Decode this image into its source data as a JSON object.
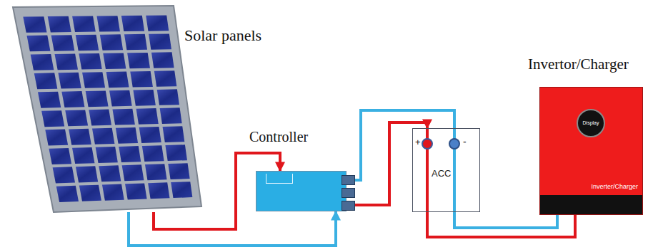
{
  "diagram": {
    "nodes": [
      {
        "text": [
          "Solar panels"
        ]
      },
      {
        "text": [
          "Controller"
        ]
      },
      {
        "text": [
          "ACC"
        ]
      },
      {
        "text": [
          "Invertor/Charger",
          "Inverter/Charger"
        ]
      },
      {
        "text": [
          "Display"
        ],
        "in": 3
      }
    ],
    "edges": [
      {
        "from": 0,
        "to": 1,
        "arrow": "to"
      },
      {
        "from": 0,
        "to": 1,
        "arrow": "to"
      },
      {
        "from": 1,
        "to": 2,
        "arrow": "to"
      },
      {
        "from": 1,
        "to": 2,
        "arrow": "none"
      },
      {
        "from": 2,
        "to": 3,
        "arrow": "none"
      },
      {
        "from": 2,
        "to": 3,
        "arrow": "none"
      }
    ],
    "labels": [
      "+",
      "-"
    ]
  }
}
